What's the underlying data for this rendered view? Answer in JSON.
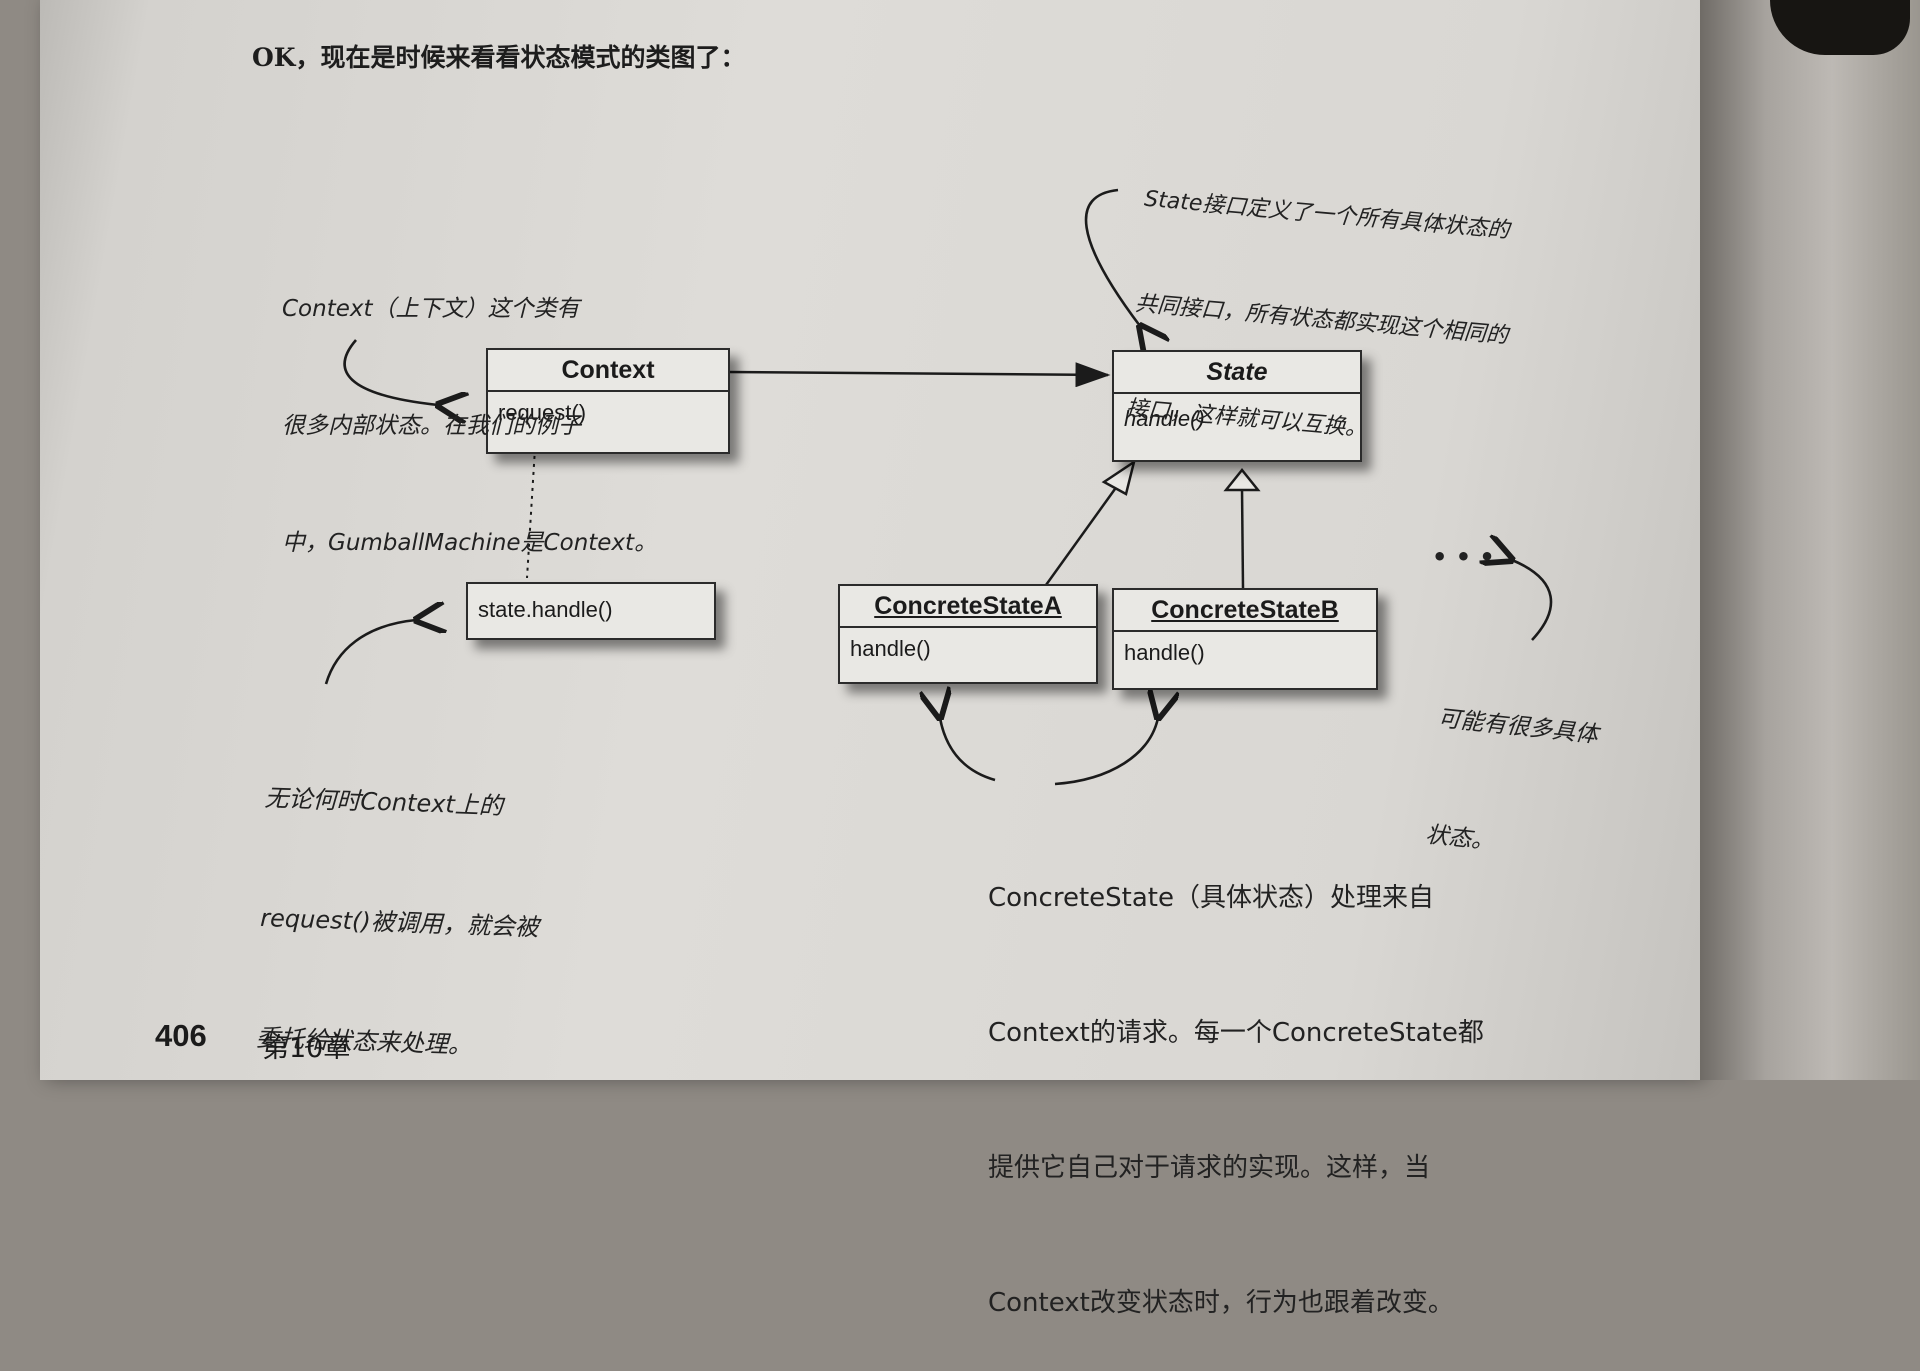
{
  "heading": "OK，现在是时候来看看状态模式的类图了：",
  "classes": {
    "context": {
      "name": "Context",
      "method": "request()"
    },
    "state": {
      "name": "State",
      "method": "handle()"
    },
    "state_handle": {
      "label": "state.handle()"
    },
    "concrete_a": {
      "name": "ConcreteStateA",
      "method": "handle()"
    },
    "concrete_b": {
      "name": "ConcreteStateB",
      "method": "handle()"
    }
  },
  "notes": {
    "context_note": [
      "Context（上下文）这个类有",
      "很多内部状态。在我们的例子",
      "中，GumballMachine是Context。"
    ],
    "state_note": [
      "State接口定义了一个所有具体状态的",
      "共同接口，所有状态都实现这个相同的",
      "接口，这样就可以互换。"
    ],
    "request_note": [
      "无论何时Context上的",
      "request()被调用，就会被",
      "委托给状态来处理。"
    ],
    "many_states_note": [
      "可能有很多具体",
      "状态。"
    ],
    "ellipsis": "• • •",
    "concrete_note": [
      "ConcreteState（具体状态）处理来自",
      "Context的请求。每一个ConcreteState都",
      "提供它自己对于请求的实现。这样，当",
      "Context改变状态时，行为也跟着改变。"
    ]
  },
  "footer": {
    "page_number": "406",
    "chapter": "第10章"
  },
  "colors": {
    "paper": "#dedcd8",
    "ink": "#1b1b1b",
    "box_fill": "#e9e8e4"
  }
}
